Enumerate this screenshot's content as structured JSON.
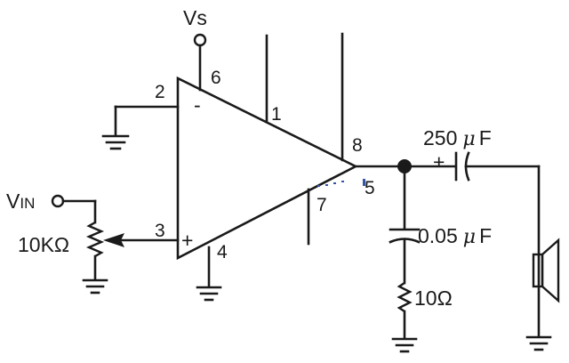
{
  "labels": {
    "supply": "Vs",
    "input_v": "V",
    "input_sub": "IN",
    "pot": "10KΩ",
    "cap_out_value": "250",
    "cap_out_unit": "F",
    "cap_shunt_value": "0.05",
    "cap_shunt_unit": "F",
    "resistor": "10Ω",
    "mu": "μ",
    "plus": "+",
    "minus": "-"
  },
  "pins": {
    "p1": "1",
    "p2": "2",
    "p3": "3",
    "p4": "4",
    "p5": "5",
    "p6": "6",
    "p7": "7",
    "p8": "8"
  },
  "colors": {
    "ink": "#1a1a1a",
    "stray_marks": "#3355aa"
  }
}
